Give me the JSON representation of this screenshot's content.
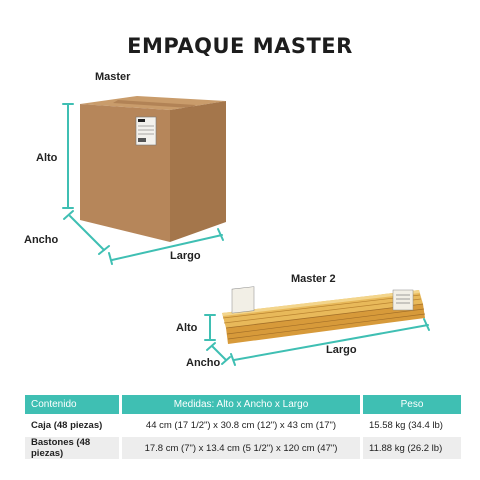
{
  "title": "EMPAQUE MASTER",
  "master": {
    "name": "Master",
    "alto": "Alto",
    "ancho": "Ancho",
    "largo": "Largo"
  },
  "master2": {
    "name": "Master 2",
    "alto": "Alto",
    "ancho": "Ancho",
    "largo": "Largo"
  },
  "colors": {
    "accent": "#3fbfb3",
    "box": "#b8895a",
    "sticks": "#e8b95a"
  },
  "table": {
    "headers": [
      "Contenido",
      "Medidas: Alto x Ancho x Largo",
      "Peso"
    ],
    "rows": [
      {
        "contenido": "Caja  (48 piezas)",
        "medidas": "44 cm (17  1/2\") x 30.8 cm (12\") x 43 cm (17\")",
        "peso": "15.58 kg (34.4 lb)"
      },
      {
        "contenido": "Bastones (48 piezas)",
        "medidas": "17.8 cm (7\") x 13.4 cm (5  1/2\") x 120 cm (47\")",
        "peso": "11.88 kg (26.2 lb)"
      }
    ]
  }
}
